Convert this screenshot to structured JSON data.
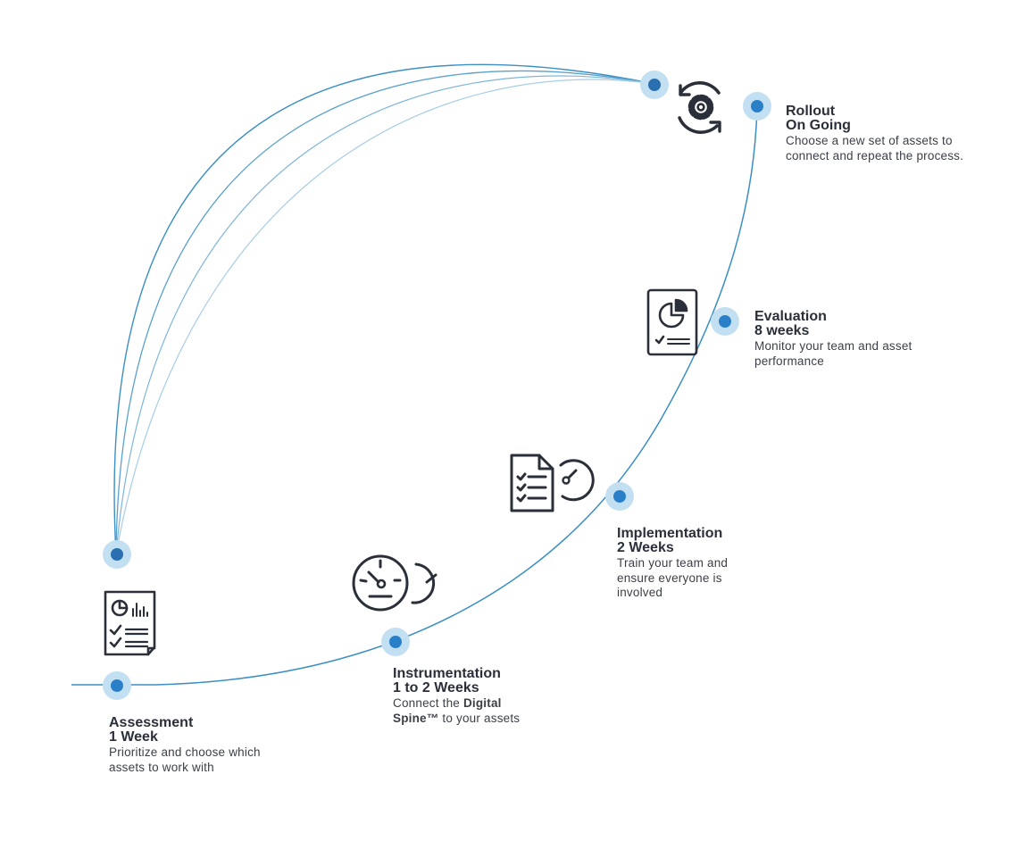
{
  "colors": {
    "path": "#3b8fc4",
    "node_outer": "#c3e0f3",
    "node_inner": "#2a7fc9",
    "icon": "#2b2f3a"
  },
  "steps": [
    {
      "name": "Assessment",
      "duration": "1 Week",
      "description": "Prioritize and choose which assets to work with",
      "icon": "report-checklist-icon"
    },
    {
      "name": "Instrumentation",
      "duration": "1 to 2 Weeks",
      "description_pre": "Connect the ",
      "description_bold": "Digital Spine™",
      "description_post": " to your assets",
      "icon": "gauge-icon"
    },
    {
      "name": "Implementation",
      "duration": "2 Weeks",
      "description": "Train your team and ensure everyone is involved",
      "icon": "document-gauge-icon"
    },
    {
      "name": "Evaluation",
      "duration": "8 weeks",
      "description": "Monitor your team and asset performance",
      "icon": "report-pie-chart-icon"
    },
    {
      "name": "Rollout",
      "duration": "On Going",
      "description": "Choose a new set of assets to connect and repeat the process.",
      "icon": "gear-cycle-icon"
    }
  ]
}
